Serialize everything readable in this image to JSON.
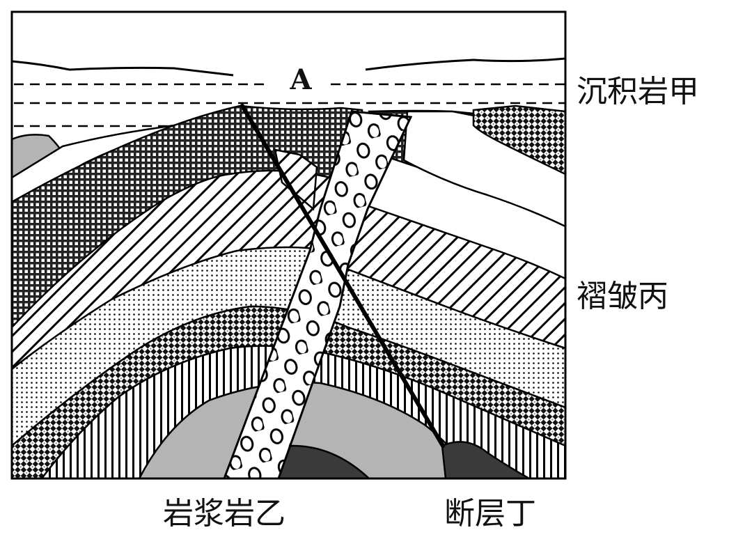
{
  "labels": {
    "point_a": "A",
    "sedimentary_rock": "沉积岩甲",
    "fold": "褶皱丙",
    "magmatic_rock": "岩浆岩乙",
    "fault": "断层丁"
  },
  "colors": {
    "outline": "#000000",
    "gray_core": "#b4b4b4",
    "dark_core": "#3a3a3a",
    "background": "#ffffff"
  }
}
